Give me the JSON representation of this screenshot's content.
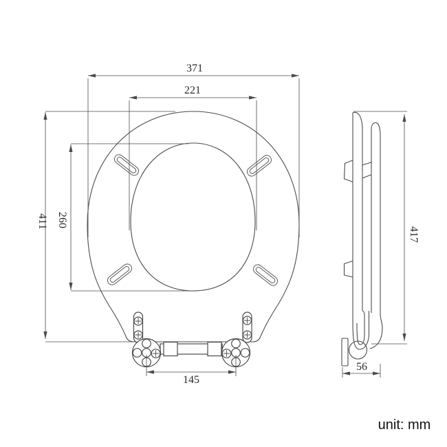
{
  "document": {
    "type": "technical-drawing",
    "subject": "toilet seat with lid and hinges",
    "views": [
      "front view",
      "side view"
    ]
  },
  "dimensions": {
    "front": {
      "outer_width": "371",
      "inner_width": "221",
      "outer_height": "411",
      "inner_height": "260",
      "hinge_center_distance": "145"
    },
    "side": {
      "overall_depth": "417",
      "bottom_width": "56"
    }
  },
  "footer": {
    "unit_label": "unit: mm"
  },
  "colors": {
    "background": "#ffffff",
    "line": "#4a4a4a",
    "text": "#2b2b2b"
  }
}
